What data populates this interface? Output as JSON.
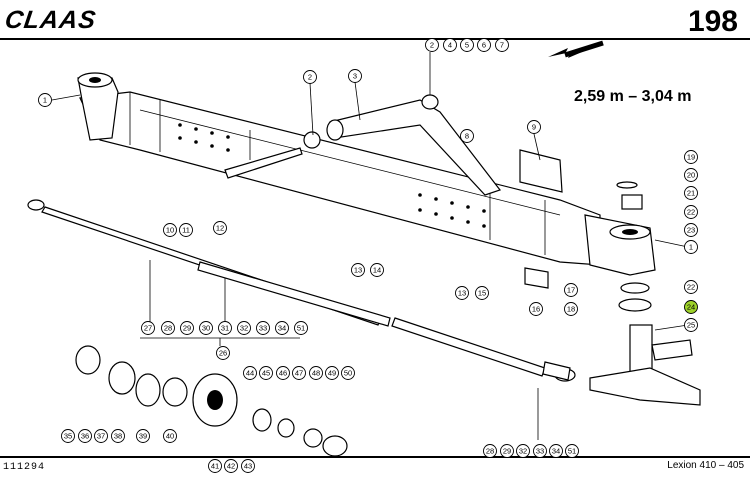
{
  "header": {
    "brand": "CLAAS",
    "page_number": "198",
    "range": "2,59 m – 3,04 m"
  },
  "footer": {
    "document_number": "111294",
    "model": "Lexion 410 – 405"
  },
  "group_label": "26",
  "highlight_color": "#9ed22a",
  "callouts": [
    "1",
    "2",
    "3",
    "2",
    "4",
    "5",
    "6",
    "7",
    "8",
    "9",
    "10",
    "11",
    "12",
    "13",
    "14",
    "13",
    "15",
    "16",
    "17",
    "18",
    "19",
    "20",
    "21",
    "22",
    "23",
    "1",
    "22",
    "24",
    "25",
    "27",
    "28",
    "29",
    "30",
    "31",
    "32",
    "33",
    "34",
    "51",
    "35",
    "36",
    "37",
    "38",
    "39",
    "40",
    "41",
    "42",
    "43",
    "44",
    "45",
    "46",
    "47",
    "48",
    "49",
    "50",
    "28",
    "29",
    "32",
    "33",
    "34",
    "51"
  ],
  "highlighted_part": "24"
}
